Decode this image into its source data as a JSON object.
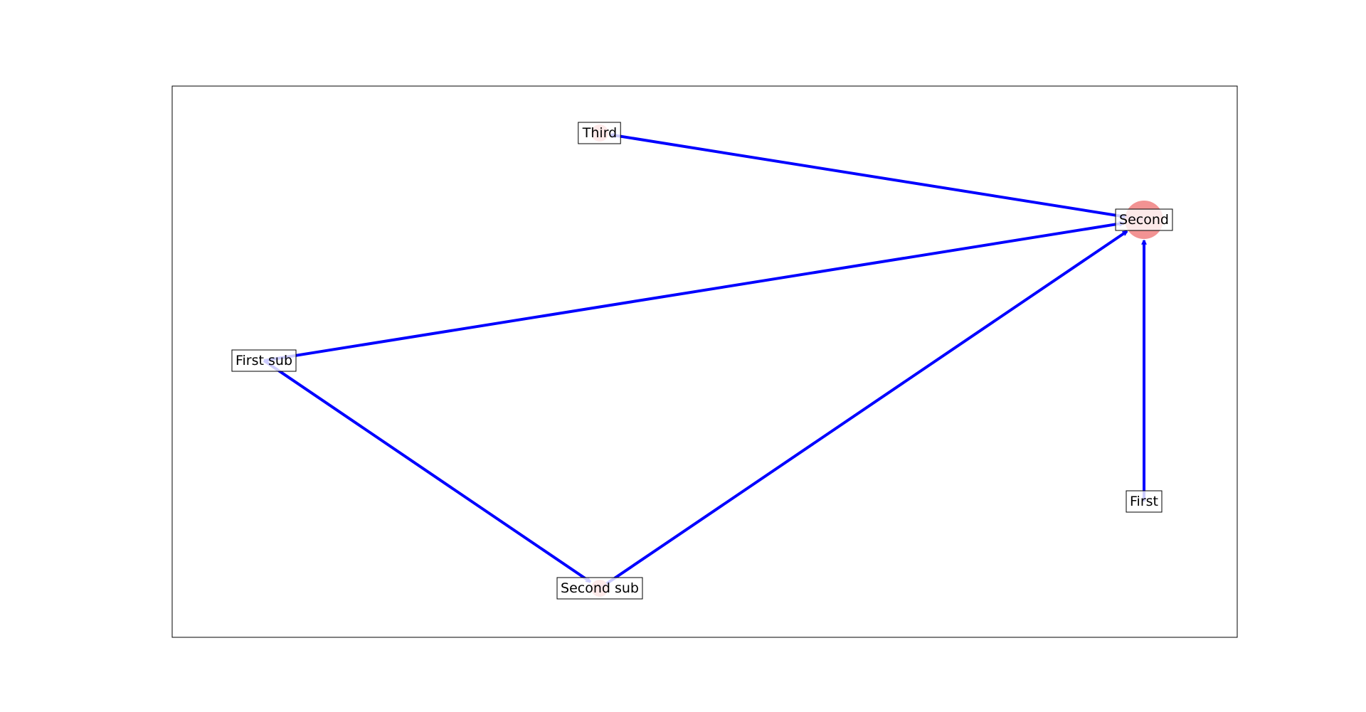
{
  "diagram": {
    "type": "directed-graph",
    "colors": {
      "edge": "#0000ff",
      "node_fill": "#f08080",
      "label_box_fill": "#ffffff",
      "label_box_border": "#000000",
      "frame": "#000000"
    },
    "nodes": [
      {
        "id": "third",
        "label": "Third"
      },
      {
        "id": "second",
        "label": "Second"
      },
      {
        "id": "first_sub",
        "label": "First sub"
      },
      {
        "id": "first",
        "label": "First"
      },
      {
        "id": "second_sub",
        "label": "Second sub"
      }
    ],
    "edges": [
      {
        "from": "second",
        "to": "third"
      },
      {
        "from": "first_sub",
        "to": "second"
      },
      {
        "from": "first_sub",
        "to": "second_sub"
      },
      {
        "from": "second_sub",
        "to": "second"
      },
      {
        "from": "first",
        "to": "second"
      }
    ]
  }
}
